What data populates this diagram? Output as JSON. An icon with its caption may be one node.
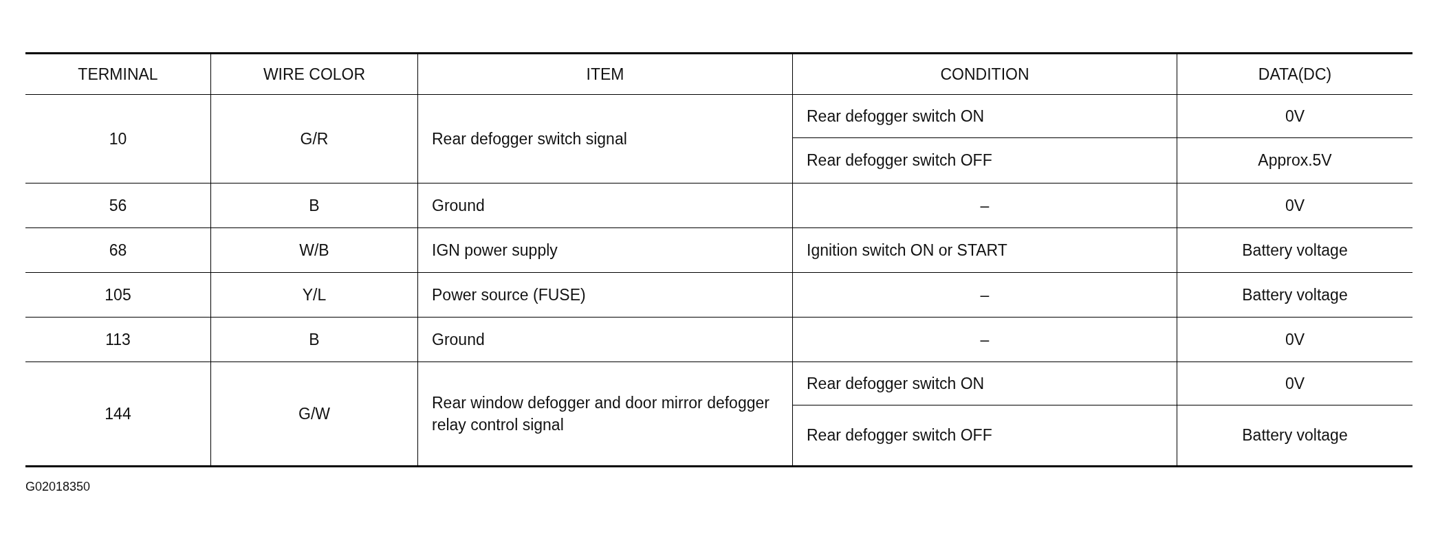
{
  "diagram": {
    "labels": [
      "TERMINAL",
      "WIRE COLOR",
      "ITEM",
      "CONDITION",
      "DATA(DC)",
      "10",
      "G/R",
      "Rear defogger switch signal",
      "Rear defogger switch ON",
      "0V",
      "Rear defogger switch OFF",
      "Approx.5V",
      "56",
      "B",
      "Ground",
      "–",
      "0V",
      "68",
      "W/B",
      "IGN power supply",
      "Ignition switch ON or START",
      "Battery voltage",
      "105",
      "Y/L",
      "Power source (FUSE)",
      "–",
      "Battery voltage",
      "113",
      "B",
      "Ground",
      "–",
      "0V",
      "144",
      "G/W",
      "Rear window defogger and door mirror defogger relay control signal",
      "Rear defogger switch ON",
      "0V",
      "Rear defogger switch OFF",
      "Battery voltage",
      "G02018350"
    ]
  }
}
